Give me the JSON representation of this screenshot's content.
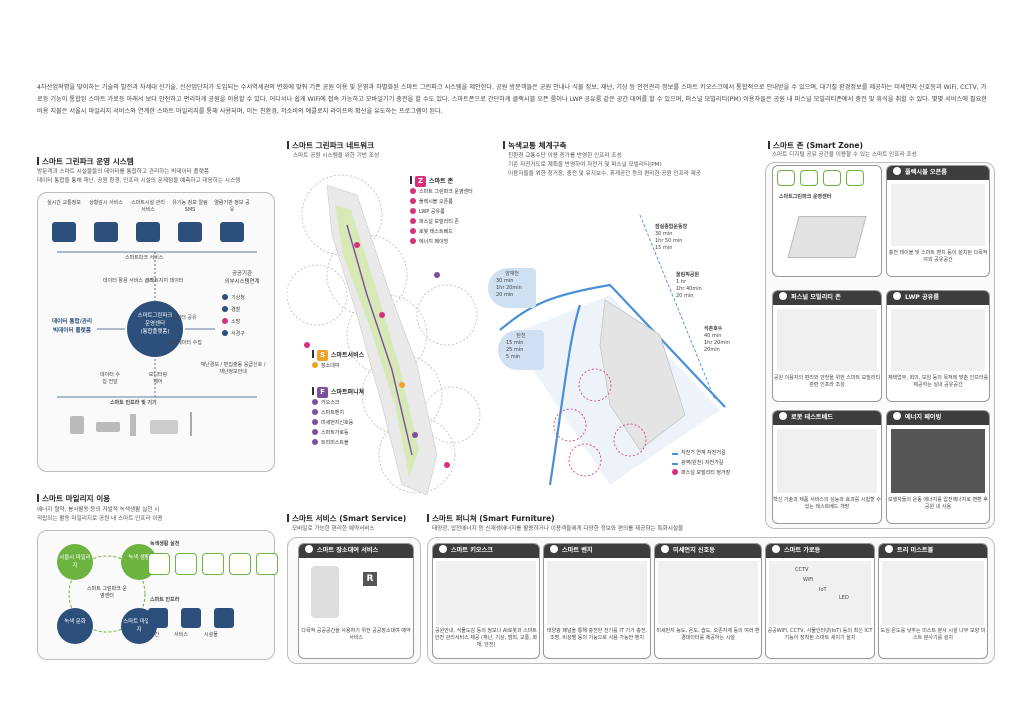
{
  "intro": "4차산업혁명을 맞이하는 기술의 발전과 자세대 신기술, 신산업단지가 도입되는 수서역세권의 변화에 맞춰 기존 공원 이용 및 운영과 차별화된 스마트 그린파크 시스템을 제안한다. 공원 방문객들은 공원 안내나 식물 정보, 재난, 기상 등 안전관리 정보를 스마트 키오스크에서 통합적으로 안내받을 수 있으며, 대기질 환경정보를 제공하는 미세먼지 신호등과 WiFi, CCTV, 가로등 기능이 통합된 스마트 가로등 아래서 보다 안전하고 편리하게 공원을 이용할 수 있다. 어디서나 쉽게 WiFi에 접속 가능하고 모바일기기 충전을 할 수도 있다. 스마트폰으로 간단하게 클랙시블 오픈 룸이나 LWP 공유룸 같은 공간 대여를 할 수 있으며, 퍼스널 모빌리티(PM) 이용자들은 공원 내 퍼스널 모빌리티존에서 충전 및 휴식을 취할 수 있다. 몇몇 서비스에 필요한 비용 지불은 서울시 마일리지 서비스와 연계한 스마트 마일리지를 통해 사용되며, 이는 친환경, 저소비의 에콜로지 라이프의 확산을 유도하는 프로그램이 된다.",
  "operation": {
    "title": "스마트 그린파크 운영 시스템",
    "sub1": "방문객과 스마트 시설물들의 데이터를 통합하고 관리하는 빅데이터 플랫폼",
    "sub2": "데이터 통합을 통해 재난, 공원 환경, 인프라 시설의 문제점을 예측하고 대응하는 시스템",
    "services": [
      "실시간 교통정보",
      "상황감시 서비스",
      "스마트시설 관리 서비스",
      "유기농 정보 알림SMS",
      "열람기판 정보 공유"
    ],
    "service_center": "스마트파크 서비스",
    "center_line1": "스마트그린파크",
    "center_line2": "운영센터",
    "center_line3": "(통합플랫폼)",
    "left_label1": "데이터 통합/관리",
    "left_label2": "빅데이터 플랫폼",
    "data_ops1": "데이터 활용 서비스 관리",
    "data_ops2": "스마트지지 데이터",
    "data_share": "데이터 공유",
    "public_data": "공공데이터 수집",
    "public_title1": "공공기관",
    "public_title2": "외부시스템연계",
    "agencies": [
      "기상청",
      "경찰",
      "소방",
      "서경구"
    ],
    "disaster": "재난경보 / 편집출동 응급신호 / 재난정보안내",
    "collect": "데이터 수집 전달",
    "monitor": "모니터링 제어",
    "infra": "스마트 인프라 및 기기"
  },
  "mileage": {
    "title": "스마트 마일리지 이용",
    "sub1": "에너지 절약, 봉사활동 등의 자발적 녹색생활 실천 시",
    "sub2": "적립되는 활동 마일리지로 공원 내 스마트 인프라 이용",
    "nodes": [
      "서울시 마일리지",
      "녹색 생활",
      "스마트 마일리지",
      "녹색 문화"
    ],
    "center": "스마트 그린파크 운영센터",
    "practice": "녹색생활 실천",
    "infra_use": "스마트 인프라",
    "infra_items": [
      "공간",
      "서비스",
      "시설물"
    ]
  },
  "network": {
    "title": "스마트 그린파크 네트워크",
    "sub": "스마트 공원 시스템을 위한 기반 조성",
    "zone_title": "스마트 존",
    "zone_items": [
      "스마트 그린파크 운영센터",
      "플렉시블 오픈룸",
      "LWP 공유룸",
      "퍼스널 모빌리티 존",
      "로봇 테스트베드",
      "에너지 페이빙"
    ],
    "service_title": "스마트서비스",
    "service_items": [
      "장소대여"
    ],
    "furn_title": "스마트퍼니쳐",
    "furn_items": [
      "키오스크",
      "스마트벤치",
      "미세먼지신호등",
      "스마트가로등",
      "트리미스트볼"
    ]
  },
  "transit": {
    "title": "녹색교통 체계구축",
    "sub1": "친환경 교통수단 이용 증가를 반영한 인프라 조성",
    "sub2": "기존 자전거도로 계획을 반영하여 자전거 및 퍼스널 모빌리티(PM)",
    "sub3": "이용자들을 위한 정거장, 충전 및 유지보수, 휴게공간 등의 편리한 공원 인프라 제공",
    "stations": [
      {
        "name": "양재천",
        "t1": "30 min",
        "t2": "1hr 20min",
        "t3": "20 min"
      },
      {
        "name": "탄천",
        "t1": "15 min",
        "t2": "25 min",
        "t3": "5 min"
      },
      {
        "name": "잠실종합운동장",
        "t1": "30 min",
        "t2": "1hr 50 min",
        "t3": "15 min"
      },
      {
        "name": "올림픽공원",
        "t1": "1 hr",
        "t2": "1hr 40min",
        "t3": "20 min"
      },
      {
        "name": "석촌호수",
        "t1": "40 min",
        "t2": "1hr 20min",
        "t3": "20min"
      }
    ],
    "legend": [
      "자전거 연계 자전거길",
      "광역(원천) 자전거길",
      "퍼스널 모빌리티 정거장"
    ]
  },
  "smartzone": {
    "title": "스마트 존 (Smart Zone)",
    "sub": "스마트 디지털 공유 공간을 이용할 수 있는 스마트 인프라 조성",
    "center_card_label": "스마트그린파크 운영센터",
    "cards": [
      {
        "title": "플렉시블 오픈룸",
        "desc": "충전 테이블 및 스마트 벤치 등이 설치된 다목적 야외 공유공간"
      },
      {
        "title": "퍼스널 모빌리티 존",
        "desc": "공원 이용자의 편리와 안전을 위한 스마트 모빌리티 관련 인프라 조성"
      },
      {
        "title": "LWP 공유룸",
        "desc": "재택업무, 회의, 모임 등의 목적에 맞춘 인프라를 제공하는 실내 공유공간"
      },
      {
        "title": "로봇 테스트베드",
        "desc": "혁신 기술과 제품 서비스의 성능과 효과를 시험할 수 있는 테스트베드 개방"
      },
      {
        "title": "에너지 페이빙",
        "desc": "보행자들의 운동 에너지를 압전에너지로 변환 후 공원 내 사용"
      }
    ]
  },
  "service": {
    "title": "스마트 서비스 (Smart Service)",
    "sub": "모바일로 가능한 편리한 예약서비스",
    "card_title": "스마트 장소대여 서비스",
    "desc": "다목적 공공공간을 사용하기 위한 공공장소대여 예약 서비스",
    "sign": "R"
  },
  "furniture": {
    "title": "스마트 퍼니쳐 (Smart Furniture)",
    "sub": "태양광, 압전에너지 등 신재생에너지를 활용하거나 이용객들에게 다양한 정보와 편의를 제공하는 특화시설물",
    "cards": [
      {
        "title": "스마트 키오스크",
        "desc": "공원안내, 식물도감 등의 정보나 AI로봇과 스마트 안전 관리서비스 제공 (재난, 기상, 범죄, 교통, 화재, 안전)"
      },
      {
        "title": "스마트 벤치",
        "desc": "태양광 패널을 통해 충전한 전기를 IT 기기 충전, 조명, 비상벨 등의 기능으로 사용 가능한 벤치"
      },
      {
        "title": "미세먼지 신호등",
        "desc": "미세먼지 농도, 온도, 습도, 오존지계 등의 여러 환경데이터를 제공하는 시설"
      },
      {
        "title": "스마트 가로등",
        "desc": "공공WiFi, CCTV, 사물인터넷(IoT) 등의 최신 ICT 기능이 장착된 스마트 세이기 설치"
      },
      {
        "title": "트리 미스트볼",
        "desc": "도심 온도를 낮추는 미스트 분사 시설 나무 모양 미스트 분사기를 설치"
      }
    ],
    "lamp_labels": [
      "CCTV",
      "WiFi",
      "IoT",
      "LED"
    ]
  },
  "colors": {
    "green": "#6cb33f",
    "navy": "#2d4f7c",
    "pink": "#d6317c",
    "orange": "#f0a32b",
    "purple": "#7d4ea0",
    "blue": "#4b8fd6",
    "dark": "#3d3d3d"
  }
}
